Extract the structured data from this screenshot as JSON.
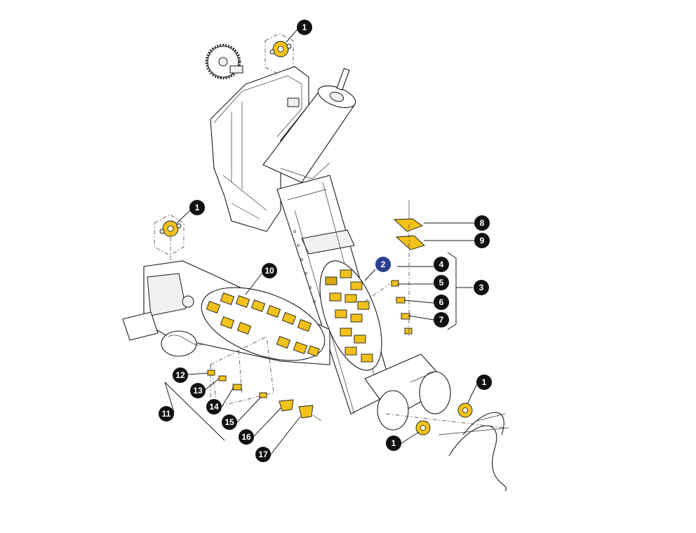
{
  "diagram": {
    "callouts": [
      {
        "id": "c1a",
        "label": "1"
      },
      {
        "id": "c1b",
        "label": "1"
      },
      {
        "id": "c1c",
        "label": "1"
      },
      {
        "id": "c1d",
        "label": "1"
      },
      {
        "id": "c2",
        "label": "2"
      },
      {
        "id": "c3",
        "label": "3"
      },
      {
        "id": "c4",
        "label": "4"
      },
      {
        "id": "c5",
        "label": "5"
      },
      {
        "id": "c6",
        "label": "6"
      },
      {
        "id": "c7",
        "label": "7"
      },
      {
        "id": "c8",
        "label": "8"
      },
      {
        "id": "c9",
        "label": "9"
      },
      {
        "id": "c10",
        "label": "10"
      },
      {
        "id": "c11",
        "label": "11"
      },
      {
        "id": "c12",
        "label": "12"
      },
      {
        "id": "c13",
        "label": "13"
      },
      {
        "id": "c14",
        "label": "14"
      },
      {
        "id": "c15",
        "label": "15"
      },
      {
        "id": "c16",
        "label": "16"
      },
      {
        "id": "c17",
        "label": "17"
      }
    ],
    "colors": {
      "part_highlight": "#f2c21b",
      "callout_fill": "#111111",
      "callout_highlight": "#2a3f8f",
      "line": "#1a1a1a"
    }
  }
}
